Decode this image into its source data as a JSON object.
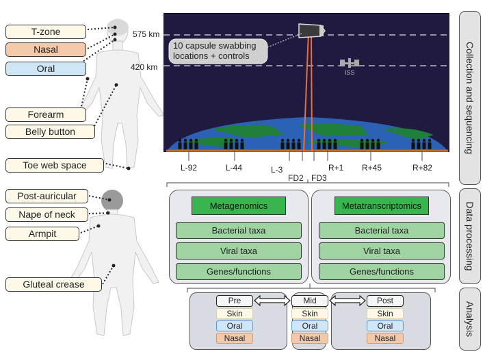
{
  "body_sites_upper": [
    "T-zone",
    "Nasal",
    "Oral",
    "Forearm",
    "Belly button",
    "Toe web space"
  ],
  "body_sites_lower": [
    "Post-auricular",
    "Nape of neck",
    "Armpit",
    "Gluteal crease"
  ],
  "orbit": {
    "altitude_high": "575 km",
    "altitude_iss": "420 km",
    "callout": [
      "10 capsule swabbing",
      "locations + controls"
    ],
    "iss_label": "ISS"
  },
  "timepoints": {
    "below": [
      "L-92",
      "L-44",
      "L-3",
      "R+1",
      "R+45",
      "R+82"
    ],
    "flight": [
      "FD2",
      "FD3"
    ]
  },
  "sections": {
    "collection": "Collection and sequencing",
    "processing": "Data processing",
    "analysis": "Analysis"
  },
  "processing": {
    "left": {
      "title": "Metagenomics",
      "rows": [
        "Bacterial taxa",
        "Viral taxa",
        "Genes/functions"
      ]
    },
    "right": {
      "title": "Metatranscriptomics",
      "rows": [
        "Bacterial taxa",
        "Viral taxa",
        "Genes/functions"
      ]
    }
  },
  "analysis": {
    "stages": [
      "Pre",
      "Mid",
      "Post"
    ],
    "sites": [
      "Skin",
      "Oral",
      "Nasal"
    ]
  },
  "colors": {
    "space": "#201a40",
    "earth_ocean": "#2c62b5",
    "earth_land": "#1f7f3a",
    "beam": "#e8703e",
    "metagenomics_header": "#38b54f",
    "data_row": "#9fd3a1",
    "panel": "#e8e9ee",
    "skin": "#fdf8e8",
    "oral": "#cfe6f6",
    "nasal": "#f3c9a9"
  }
}
